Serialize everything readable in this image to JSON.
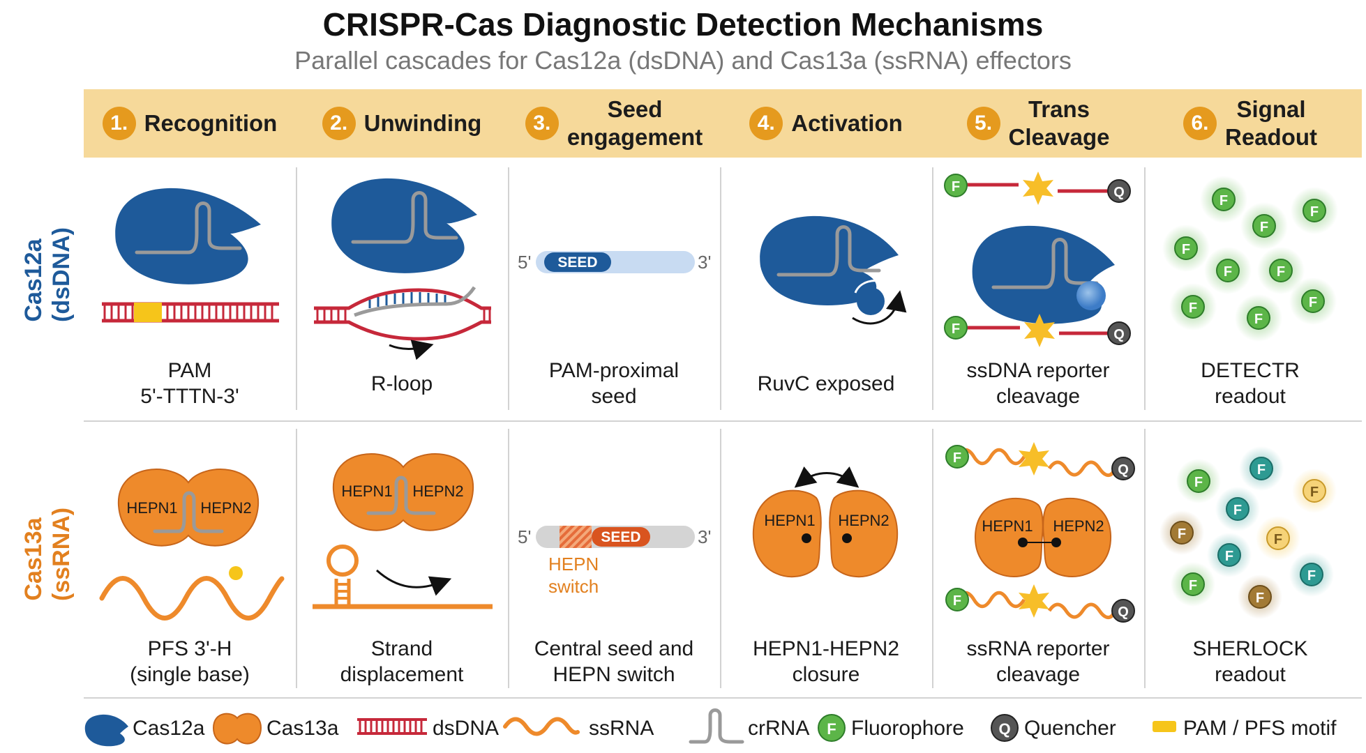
{
  "title": "CRISPR-Cas Diagnostic Detection Mechanisms",
  "subtitle": "Parallel cascades for Cas12a (dsDNA) and Cas13a (ssRNA) effectors",
  "stages": [
    {
      "num": "1.",
      "label": "Recognition"
    },
    {
      "num": "2.",
      "label": "Unwinding"
    },
    {
      "num": "3.",
      "label": "Seed\nengagement"
    },
    {
      "num": "4.",
      "label": "Activation"
    },
    {
      "num": "5.",
      "label": "Trans\nCleavage"
    },
    {
      "num": "6.",
      "label": "Signal\nReadout"
    }
  ],
  "rows": [
    {
      "label": "Cas12a\n(dsDNA)",
      "color": "#1e5a9a"
    },
    {
      "label": "Cas13a\n(ssRNA)",
      "color": "#e2801f"
    }
  ],
  "captions": {
    "cas12a": [
      "PAM\n5'-TTTN-3'",
      "R-loop",
      "PAM-proximal\nseed",
      "RuvC exposed",
      "ssDNA reporter\ncleavage",
      "DETECTR\nreadout"
    ],
    "cas13a": [
      "PFS 3'-H\n(single base)",
      "Strand\ndisplacement",
      "Central seed and\nHEPN switch",
      "HEPN1-HEPN2\nclosure",
      "ssRNA reporter\ncleavage",
      "SHERLOCK\nreadout"
    ]
  },
  "labels": {
    "five_prime": "5'",
    "three_prime": "3'",
    "seed": "SEED",
    "hepn1": "HEPN1",
    "hepn2": "HEPN2",
    "hepn_switch": "HEPN\nswitch",
    "fluor": "F",
    "quencher": "Q"
  },
  "legend": [
    {
      "icon": "cas12a-icon",
      "label": "Cas12a"
    },
    {
      "icon": "cas13a-icon",
      "label": "Cas13a"
    },
    {
      "icon": "dsdna-icon",
      "label": "dsDNA"
    },
    {
      "icon": "ssrna-icon",
      "label": "ssRNA"
    },
    {
      "icon": "crrna-icon",
      "label": "crRNA"
    },
    {
      "icon": "fluorophore-icon",
      "label": "Fluorophore"
    },
    {
      "icon": "quencher-icon",
      "label": "Quencher"
    },
    {
      "icon": "pam-motif-icon",
      "label": "PAM / PFS motif"
    }
  ],
  "colors": {
    "cas12a": "#1e5a9a",
    "cas13a": "#ee8a2b",
    "dsdna": "#c6283a",
    "ssrna": "#ee8a2b",
    "crrna": "#9a9a9a",
    "fluorophore": "#5cb548",
    "quencher": "#555555",
    "pam": "#f6c51a",
    "header": "#f6d99a",
    "stage_number": "#e59a1e"
  }
}
